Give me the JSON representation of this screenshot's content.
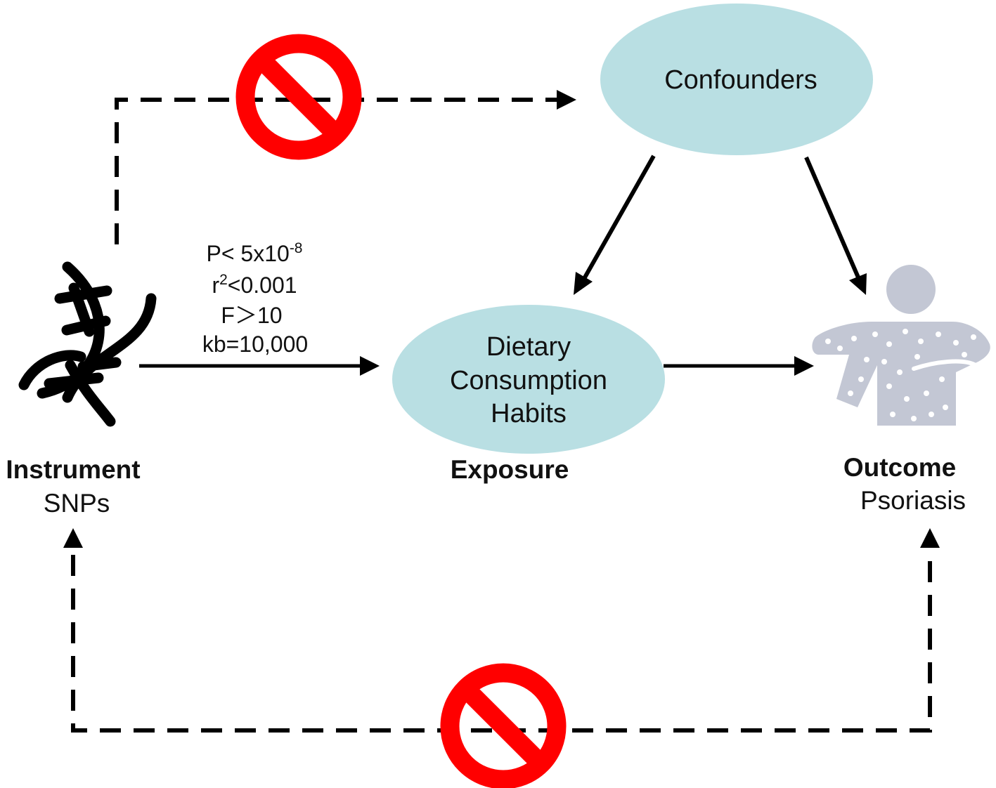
{
  "colors": {
    "ellipse_fill": "#b9dfe3",
    "stroke": "#000000",
    "prohibit_red": "#ff0000",
    "person_fill": "#c3c7d4",
    "spot_white": "#ffffff"
  },
  "confounders": {
    "label": "Confounders"
  },
  "exposure": {
    "line1": "Dietary",
    "line2": "Consumption",
    "line3": "Habits",
    "heading": "Exposure"
  },
  "instrument": {
    "heading": "Instrument",
    "sub": "SNPs",
    "icon": "dna-icon"
  },
  "outcome": {
    "heading": "Outcome",
    "sub": "Psoriasis",
    "icon": "person-psoriasis-icon"
  },
  "criteria": {
    "p_prefix": "P< 5x10",
    "p_exp": "-8",
    "r_prefix": "r",
    "r_exp": "2",
    "r_suffix": "<0.001",
    "f": "F＞10",
    "kb": "kb=10,000"
  },
  "prohibit_icon": "prohibited-icon"
}
